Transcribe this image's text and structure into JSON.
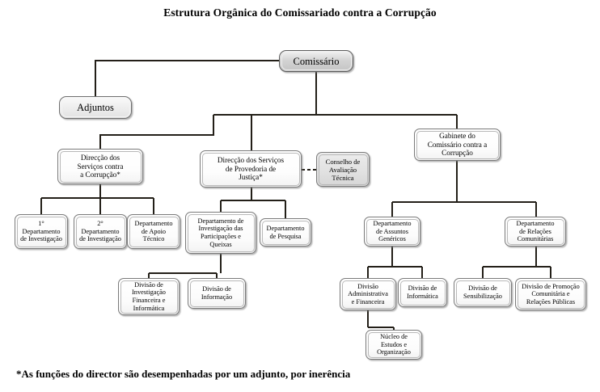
{
  "title": "Estrutura Orgânica do Comissariado contra a Corrupção",
  "footnote": "*As funções do director são desempenhadas por um adjunto, por inerência",
  "colors": {
    "background": "#ffffff",
    "connector": "#231f18",
    "box_border": "#7a7a7a",
    "top_box_fill": "#d0d0d0",
    "council_box_fill": "#e2e2e2",
    "text": "#000000"
  },
  "nodes": {
    "comissario": "Comissário",
    "adjuntos": "Adjuntos",
    "direccao_corrupcao": "Direcção dos\nServiços contra\na Corrupção*",
    "direccao_provedoria": "Direcção dos Serviços\nde Provedoria de\nJustiça*",
    "conselho_avaliacao": "Conselho de\nAvaliação\nTécnica",
    "gabinete_comissario": "Gabinete do\nComissário contra a\nCorrupção",
    "dep_investigacao_1": "1°\nDepartamento\nde Investigação",
    "dep_investigacao_2": "2°\nDepartamento\nde Investigação",
    "dep_apoio_tecnico": "Departamento\nde Apoio\nTécnico",
    "dep_participacoes": "Departamento de\nInvestigação das\nParticipações e\nQueixas",
    "dep_pesquisa": "Departamento\nde Pesquisa",
    "div_investigacao_financeira": "Divisão de\nInvestigação\nFinanceira e\nInformática",
    "div_informacao": "Divisão de\nInformação",
    "dep_assuntos_genericos": "Departamento\nde Assuntos\nGenéricos",
    "dep_relacoes_comunitarias": "Departamento\nde Relações\nComunitárias",
    "div_administrativa_financeira": "Divisão\nAdministrativa\ne Financeira",
    "div_informatica": "Divisão de\nInformática",
    "div_sensibilizacao": "Divisão de\nSensibilização",
    "div_promocao_comunitaria": "Divisão de Promoção\nComunitária e\nRelações Públicas",
    "nucleo_estudos": "Núcleo de\nEstudos e\nOrganização"
  },
  "chart_data": {
    "type": "diagram",
    "diagram_type": "organizational-chart",
    "title": "Estrutura Orgânica do Comissariado contra a Corrupção",
    "footnote": "*As funções do director são desempenhadas por um adjunto, por inerência",
    "levels": 5,
    "node_count": 20,
    "hierarchy": [
      {
        "id": "comissario",
        "label": "Comissário",
        "level": 0,
        "children": [
          "adjuntos",
          "direccao_corrupcao",
          "direccao_provedoria",
          "gabinete_comissario"
        ]
      },
      {
        "id": "adjuntos",
        "label": "Adjuntos",
        "level": 1,
        "parent": "comissario",
        "children": []
      },
      {
        "id": "direccao_corrupcao",
        "label": "Direcção dos Serviços contra a Corrupção*",
        "level": 2,
        "parent": "comissario",
        "children": [
          "dep_investigacao_1",
          "dep_investigacao_2",
          "dep_apoio_tecnico"
        ]
      },
      {
        "id": "direccao_provedoria",
        "label": "Direcção dos Serviços de Provedoria de Justiça*",
        "level": 2,
        "parent": "comissario",
        "children": [
          "dep_participacoes",
          "dep_pesquisa"
        ],
        "associated": [
          "conselho_avaliacao"
        ]
      },
      {
        "id": "conselho_avaliacao",
        "label": "Conselho de Avaliação Técnica",
        "level": 2,
        "link_style": "dashed",
        "linked_to": "direccao_provedoria",
        "children": []
      },
      {
        "id": "gabinete_comissario",
        "label": "Gabinete do Comissário contra a Corrupção",
        "level": 2,
        "parent": "comissario",
        "children": [
          "dep_assuntos_genericos",
          "dep_relacoes_comunitarias"
        ]
      },
      {
        "id": "dep_investigacao_1",
        "label": "1° Departamento de Investigação",
        "level": 3,
        "parent": "direccao_corrupcao",
        "children": []
      },
      {
        "id": "dep_investigacao_2",
        "label": "2° Departamento de Investigação",
        "level": 3,
        "parent": "direccao_corrupcao",
        "children": []
      },
      {
        "id": "dep_apoio_tecnico",
        "label": "Departamento de Apoio Técnico",
        "level": 3,
        "parent": "direccao_corrupcao",
        "children": []
      },
      {
        "id": "dep_participacoes",
        "label": "Departamento de Investigação das Participações e Queixas",
        "level": 3,
        "parent": "direccao_provedoria",
        "children": [
          "div_investigacao_financeira",
          "div_informacao"
        ]
      },
      {
        "id": "dep_pesquisa",
        "label": "Departamento de Pesquisa",
        "level": 3,
        "parent": "direccao_provedoria",
        "children": []
      },
      {
        "id": "div_investigacao_financeira",
        "label": "Divisão de Investigação Financeira e Informática",
        "level": 4,
        "parent": "dep_participacoes",
        "children": []
      },
      {
        "id": "div_informacao",
        "label": "Divisão de Informação",
        "level": 4,
        "parent": "dep_participacoes",
        "children": []
      },
      {
        "id": "dep_assuntos_genericos",
        "label": "Departamento de Assuntos Genéricos",
        "level": 3,
        "parent": "gabinete_comissario",
        "children": [
          "div_administrativa_financeira",
          "div_informatica"
        ]
      },
      {
        "id": "dep_relacoes_comunitarias",
        "label": "Departamento de Relações Comunitárias",
        "level": 3,
        "parent": "gabinete_comissario",
        "children": [
          "div_sensibilizacao",
          "div_promocao_comunitaria"
        ]
      },
      {
        "id": "div_administrativa_financeira",
        "label": "Divisão Administrativa e Financeira",
        "level": 4,
        "parent": "dep_assuntos_genericos",
        "children": [
          "nucleo_estudos"
        ]
      },
      {
        "id": "div_informatica",
        "label": "Divisão de Informática",
        "level": 4,
        "parent": "dep_assuntos_genericos",
        "children": []
      },
      {
        "id": "div_sensibilizacao",
        "label": "Divisão de Sensibilização",
        "level": 4,
        "parent": "dep_relacoes_comunitarias",
        "children": []
      },
      {
        "id": "div_promocao_comunitaria",
        "label": "Divisão de Promoção Comunitária e Relações Públicas",
        "level": 4,
        "parent": "dep_relacoes_comunitarias",
        "children": []
      },
      {
        "id": "nucleo_estudos",
        "label": "Núcleo de Estudos e Organização",
        "level": 5,
        "parent": "div_administrativa_financeira",
        "children": []
      }
    ]
  }
}
